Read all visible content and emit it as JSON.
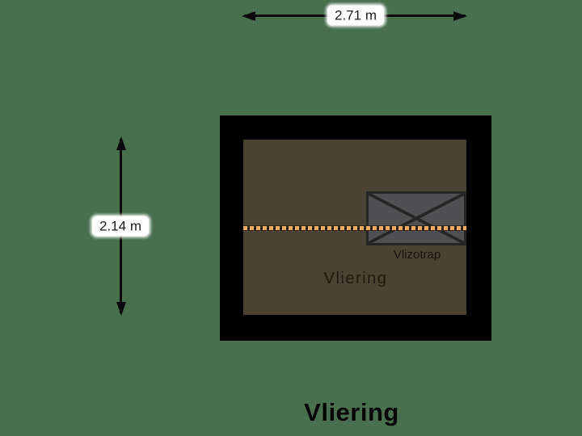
{
  "title": "Vliering",
  "dimensions": {
    "width_label": "2.71 m",
    "height_label": "2.14 m"
  },
  "room": {
    "name": "Vliering",
    "wall_color": "#000000",
    "floor_color": "#4B4233"
  },
  "ladder": {
    "label": "Vlizotrap",
    "fill_color": "#505052",
    "stroke_color": "#262626"
  },
  "headroom_line": {
    "style": "dashed",
    "color": "#EFAC60"
  },
  "background_color": "#48704F"
}
